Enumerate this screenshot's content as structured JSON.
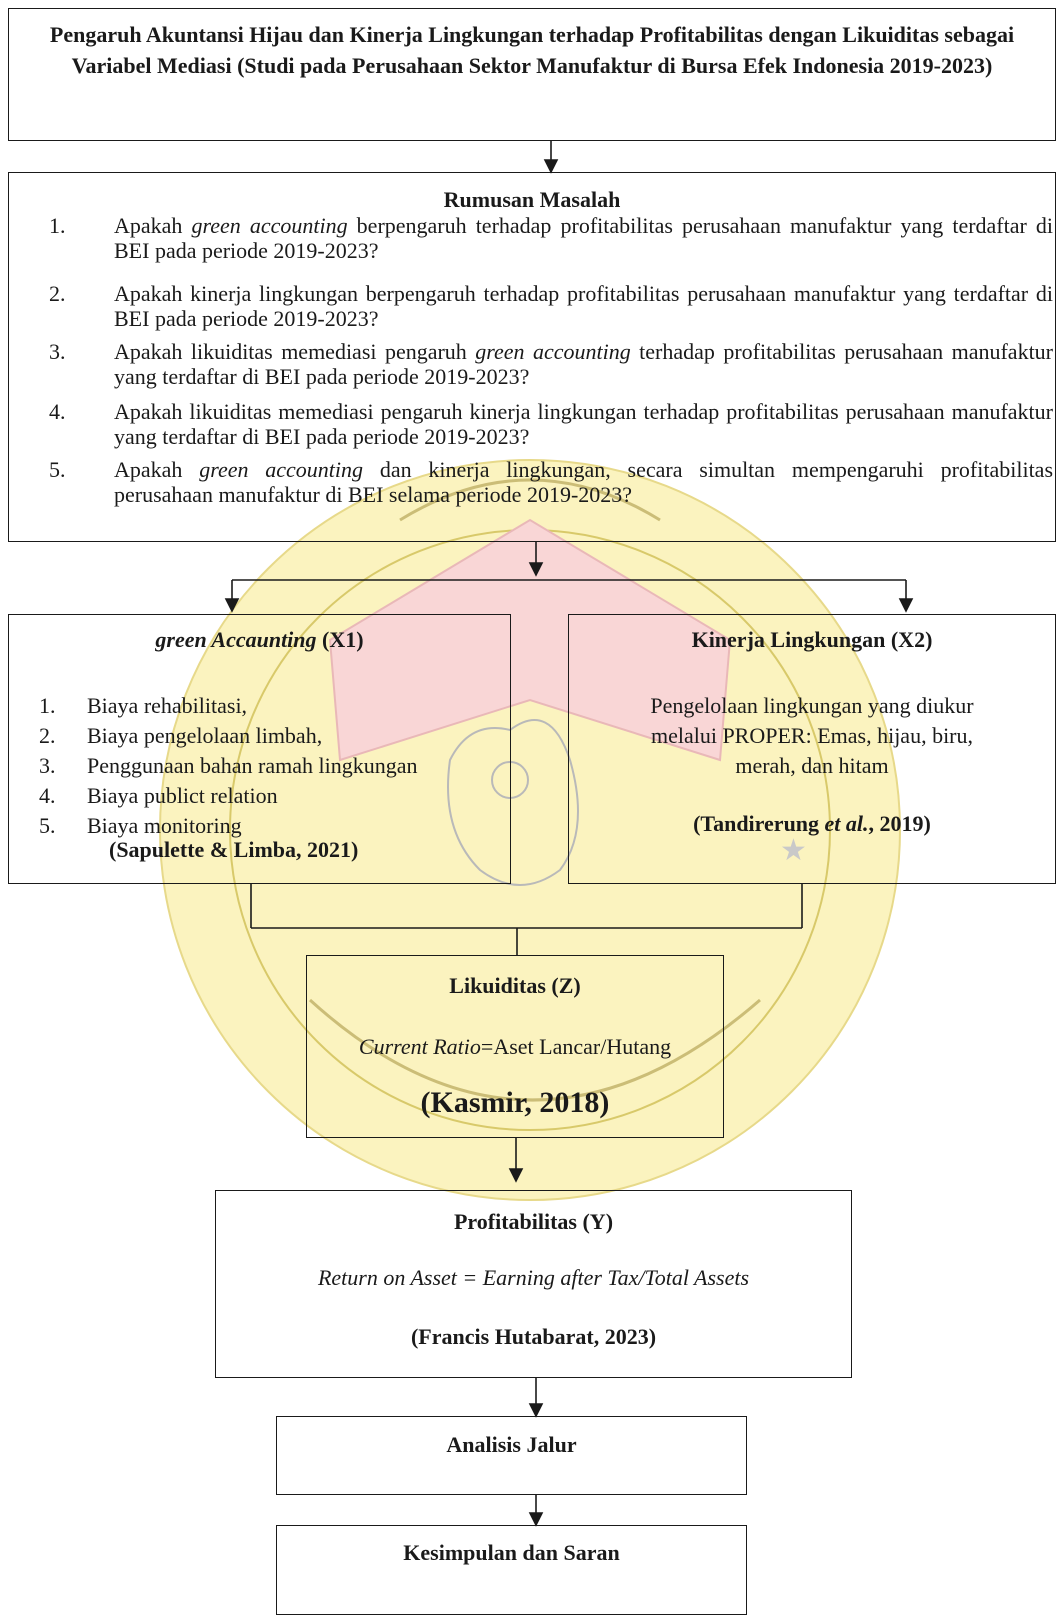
{
  "title": "Pengaruh Akuntansi Hijau dan Kinerja Lingkungan terhadap Profitabilitas dengan Likuiditas sebagai Variabel Mediasi (Studi pada Perusahaan Sektor Manufaktur di Bursa Efek Indonesia 2019-2023)",
  "problem": {
    "heading": "Rumusan Masalah",
    "items": [
      {
        "num": "1.",
        "pre": "Apakah ",
        "em": "green accounting",
        "post": " berpengaruh terhadap profitabilitas perusahaan manufaktur yang terdaftar di BEI pada periode 2019-2023?"
      },
      {
        "num": "2.",
        "pre": "Apakah kinerja lingkungan berpengaruh terhadap profitabilitas perusahaan manufaktur yang terdaftar di BEI pada periode 2019-2023?",
        "em": "",
        "post": ""
      },
      {
        "num": "3.",
        "pre": "Apakah likuiditas memediasi pengaruh ",
        "em": "green accounting",
        "post": " terhadap profitabilitas perusahaan manufaktur yang terdaftar di BEI pada periode 2019-2023?"
      },
      {
        "num": "4.",
        "pre": "Apakah likuiditas memediasi pengaruh kinerja lingkungan terhadap profitabilitas perusahaan manufaktur yang terdaftar di BEI pada periode 2019-2023?",
        "em": "",
        "post": ""
      },
      {
        "num": "5.",
        "pre": "Apakah ",
        "em": "green accounting",
        "post": " dan kinerja lingkungan, secara simultan mempengaruhi profitabilitas perusahaan manufaktur di BEI selama periode 2019-2023?"
      }
    ]
  },
  "x1": {
    "heading_em": "green Accaunting",
    "heading_rest": " (X1)",
    "items": [
      {
        "num": "1.",
        "text": "Biaya rehabilitasi,"
      },
      {
        "num": "2.",
        "text": "Biaya pengelolaan limbah,"
      },
      {
        "num": "3.",
        "text": "Penggunaan bahan ramah lingkungan"
      },
      {
        "num": "4.",
        "text": "Biaya publict relation"
      },
      {
        "num": "5.",
        "text": "Biaya monitoring"
      }
    ],
    "citation": "(Sapulette & Limba, 2021)"
  },
  "x2": {
    "heading": "Kinerja Lingkungan (X2)",
    "line1": "Pengelolaan lingkungan yang diukur",
    "line2": "melalui PROPER: Emas, hijau, biru,",
    "line3": "merah, dan hitam",
    "cite_pre": "(Tandirerung ",
    "cite_em": "et al.",
    "cite_post": ", 2019)"
  },
  "z": {
    "heading": "Likuiditas (Z)",
    "formula_em": "Current Ratio",
    "formula_rest": "=Aset Lancar/Hutang",
    "citation": "(Kasmir, 2018)"
  },
  "y": {
    "heading": "Profitabilitas (Y)",
    "formula": "Return on Asset = Earning after Tax/Total Assets",
    "citation": "(Francis Hutabarat, 2023)"
  },
  "analysis": "Analisis Jalur",
  "conclusion": "Kesimpulan dan Saran",
  "colors": {
    "line": "#1a1a1a",
    "watermark_yellow": "#fbf3bf",
    "watermark_red": "#f9d6d6"
  }
}
